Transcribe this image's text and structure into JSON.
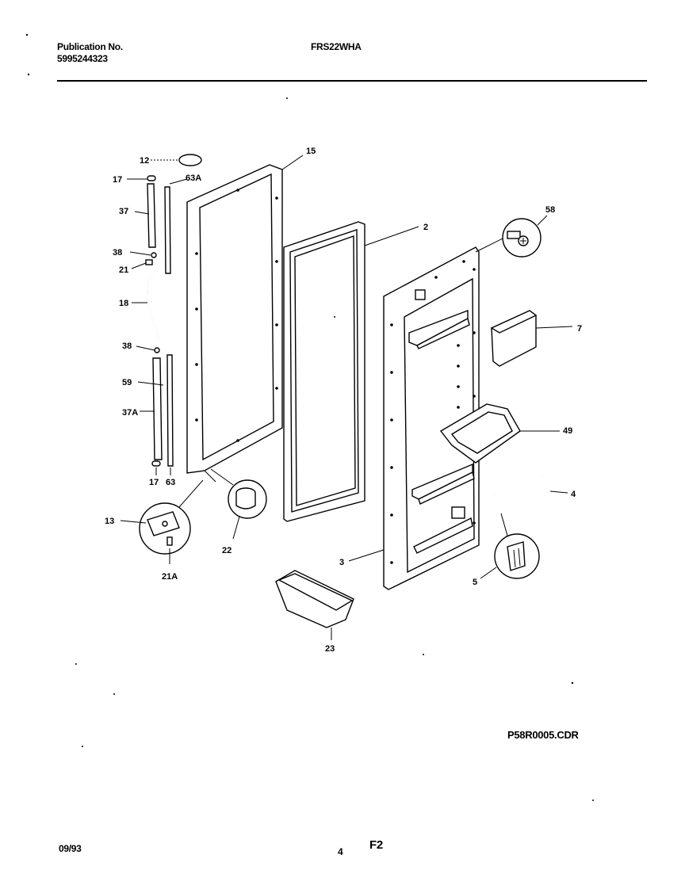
{
  "header": {
    "publication_label": "Publication No.",
    "publication_number": "5995244323",
    "model": "FRS22WHA"
  },
  "footer": {
    "date": "09/93",
    "page": "4",
    "figure": "F2",
    "drawing_file": "P58R0005.CDR"
  },
  "callouts": {
    "c12": "12",
    "c17a": "17",
    "c63a": "63A",
    "c37": "37",
    "c38a": "38",
    "c21": "21",
    "c18": "18",
    "c38b": "38",
    "c59": "59",
    "c37a": "37A",
    "c17b": "17",
    "c63": "63",
    "c13": "13",
    "c21a": "21A",
    "c22": "22",
    "c15": "15",
    "c2": "2",
    "c58": "58",
    "c7": "7",
    "c49": "49",
    "c4": "4",
    "c5": "5",
    "c3": "3",
    "c23": "23"
  }
}
